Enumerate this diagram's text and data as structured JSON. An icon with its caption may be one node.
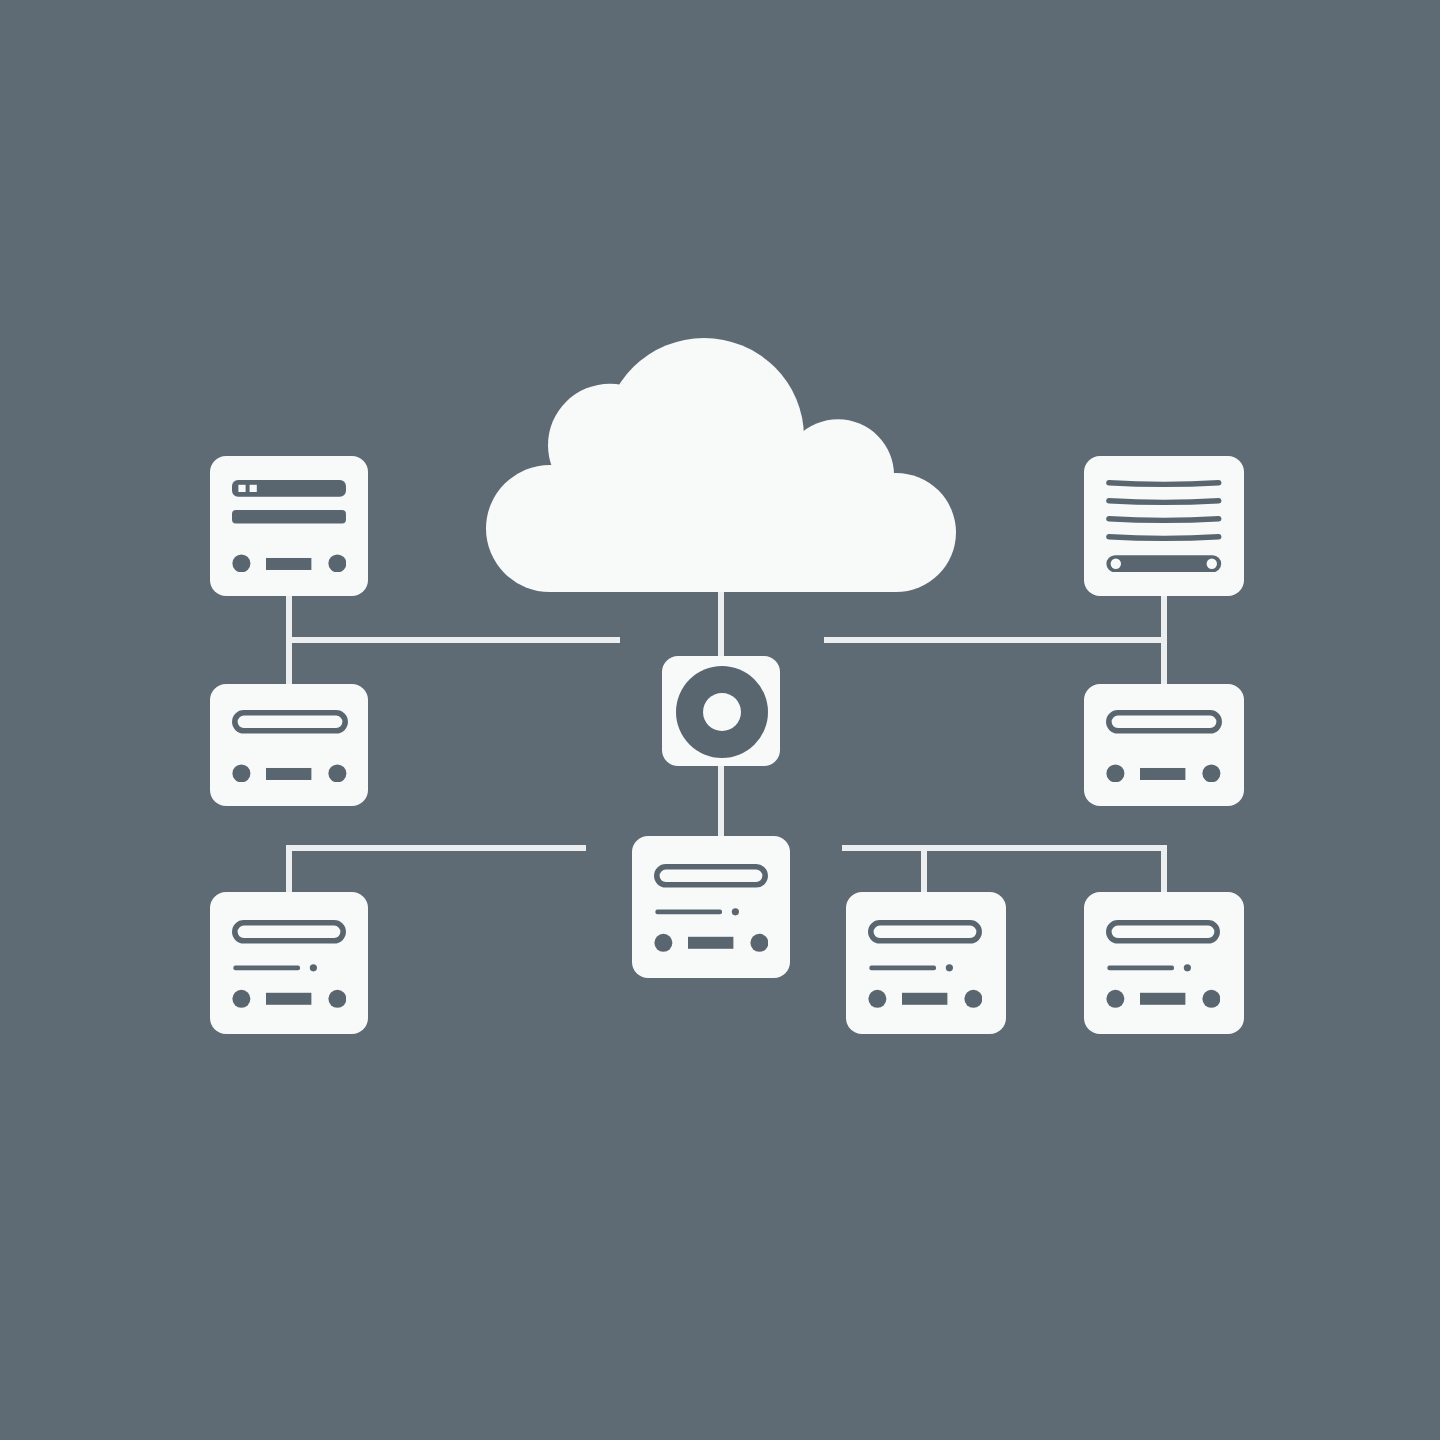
{
  "diagram": {
    "nodes": [
      {
        "text": [],
        "shape": "cloud"
      },
      {
        "text": [],
        "shape": "box"
      },
      {
        "text": [],
        "shape": "box"
      },
      {
        "text": [],
        "shape": "box"
      },
      {
        "text": [],
        "shape": "box"
      },
      {
        "text": [],
        "shape": "box"
      },
      {
        "text": [],
        "shape": "box"
      },
      {
        "text": [],
        "shape": "box"
      },
      {
        "text": [],
        "shape": "box"
      },
      {
        "text": [],
        "shape": "box"
      }
    ],
    "edges": [
      {
        "from": 0,
        "to": 1,
        "arrow": "none"
      },
      {
        "from": null,
        "to": 2,
        "arrow": "none"
      },
      {
        "from": null,
        "to": 3,
        "arrow": "none"
      },
      {
        "from": null,
        "to": 4,
        "arrow": "none"
      },
      {
        "from": null,
        "to": 5,
        "arrow": "none"
      },
      {
        "from": 1,
        "to": 7,
        "arrow": "none"
      },
      {
        "from": null,
        "to": 6,
        "arrow": "none"
      },
      {
        "from": null,
        "to": 8,
        "arrow": "none"
      },
      {
        "from": null,
        "to": 9,
        "arrow": "none"
      }
    ]
  }
}
